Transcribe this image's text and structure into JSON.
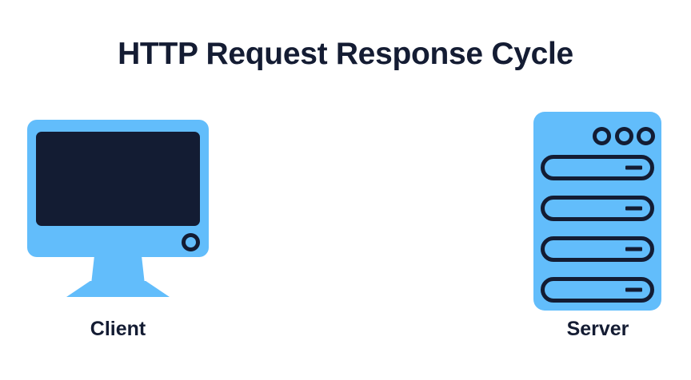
{
  "page": {
    "title": "HTTP Request Response Cycle",
    "background_color": "#ffffff"
  },
  "theme": {
    "accent_blue": "#62bdfb",
    "dark_navy": "#131c33",
    "title_color": "#141c33"
  },
  "diagram": {
    "type": "two-node-illustration",
    "nodes": [
      {
        "id": "client",
        "label": "Client",
        "icon": "desktop-monitor-icon",
        "position": "left",
        "parts": {
          "bezel_color": "#62bdfb",
          "screen_color": "#131c33",
          "power_indicator": "ring",
          "stand": "trapezoid-base"
        }
      },
      {
        "id": "server",
        "label": "Server",
        "icon": "server-rack-icon",
        "position": "right",
        "parts": {
          "body_color": "#62bdfb",
          "stroke_color": "#131c33",
          "indicator_lights": 3,
          "rack_slots": 4
        }
      }
    ]
  }
}
